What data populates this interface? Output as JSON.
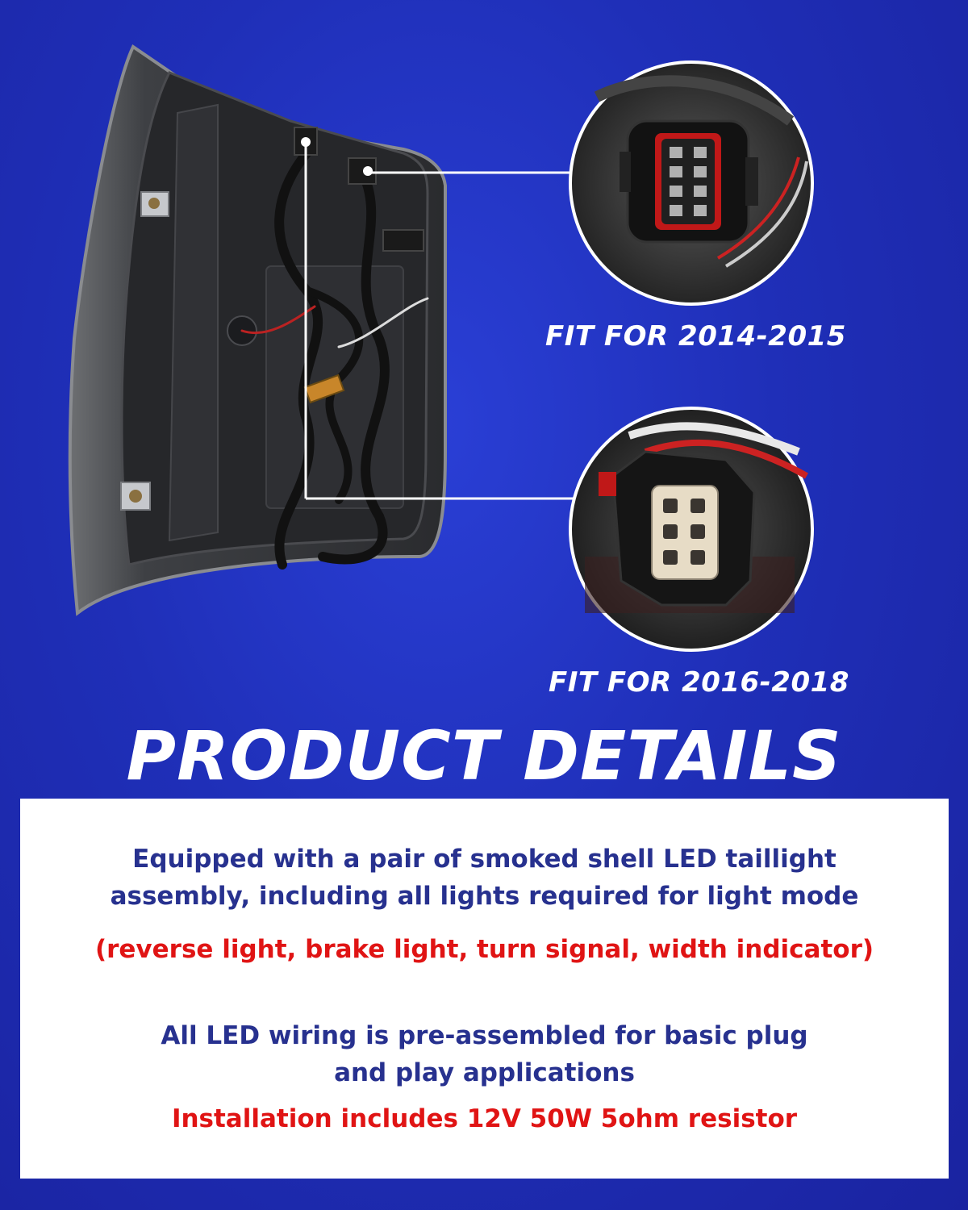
{
  "callouts": [
    {
      "label": "FIT FOR 2014-2015",
      "icon": "connector-8pin-photo-icon"
    },
    {
      "label": "FIT FOR 2016-2018",
      "icon": "connector-6pin-photo-icon"
    }
  ],
  "heading": "PRODUCT DETAILS",
  "details": {
    "line1": "Equipped with a pair of smoked shell LED taillight",
    "line2": "assembly, including all lights required for light mode",
    "line3": "(reverse light, brake light, turn signal, width indicator)",
    "line4": "All LED wiring is pre-assembled for basic plug",
    "line5": "and play applications",
    "line6": "Installation includes 12V 50W 5ohm resistor"
  },
  "colors": {
    "background": "#1f2fb8",
    "text_primary": "#27318f",
    "text_highlight": "#e01414",
    "panel": "#ffffff"
  }
}
